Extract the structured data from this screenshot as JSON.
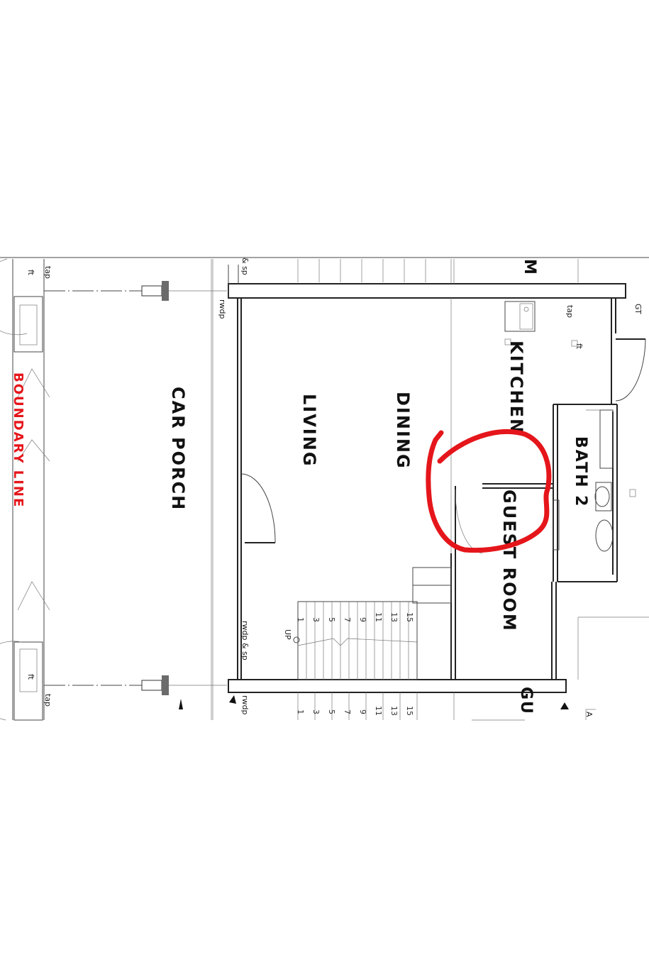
{
  "labels": {
    "boundary_line": "BOUNDARY LINE",
    "car_porch": "CAR PORCH",
    "living": "LIVING",
    "dining": "DINING",
    "kitchen": "KITCHEN",
    "guest_room": "GUEST ROOM",
    "bath_2": "BATH 2",
    "up": "UP",
    "gt": "GT",
    "m_cut": "M",
    "gu_cut": "GU",
    "a_cut": "A"
  },
  "fixtures": {
    "tap_top_left": "tap",
    "ft_top_left": "ft",
    "sp_top": "& sp",
    "rwdp_top": "rwdp",
    "tap_kitchen": "tap",
    "ft_kitchen": "ft",
    "rwdp_sp_bottom": "rwdp & sp",
    "rwdp_bottom": "rwdp",
    "tap_bottom_left": "tap",
    "ft_bottom_left": "ft"
  },
  "stair_numbers": [
    "1",
    "3",
    "5",
    "7",
    "9",
    "11",
    "13",
    "15"
  ],
  "stair_numbers_lower": [
    "1",
    "3",
    "5",
    "7",
    "9",
    "11",
    "13",
    "15"
  ],
  "colors": {
    "annotation": "#e5161b",
    "boundary_text": "#e5161b",
    "wall": "#222222",
    "post": "#6b6b6b"
  }
}
